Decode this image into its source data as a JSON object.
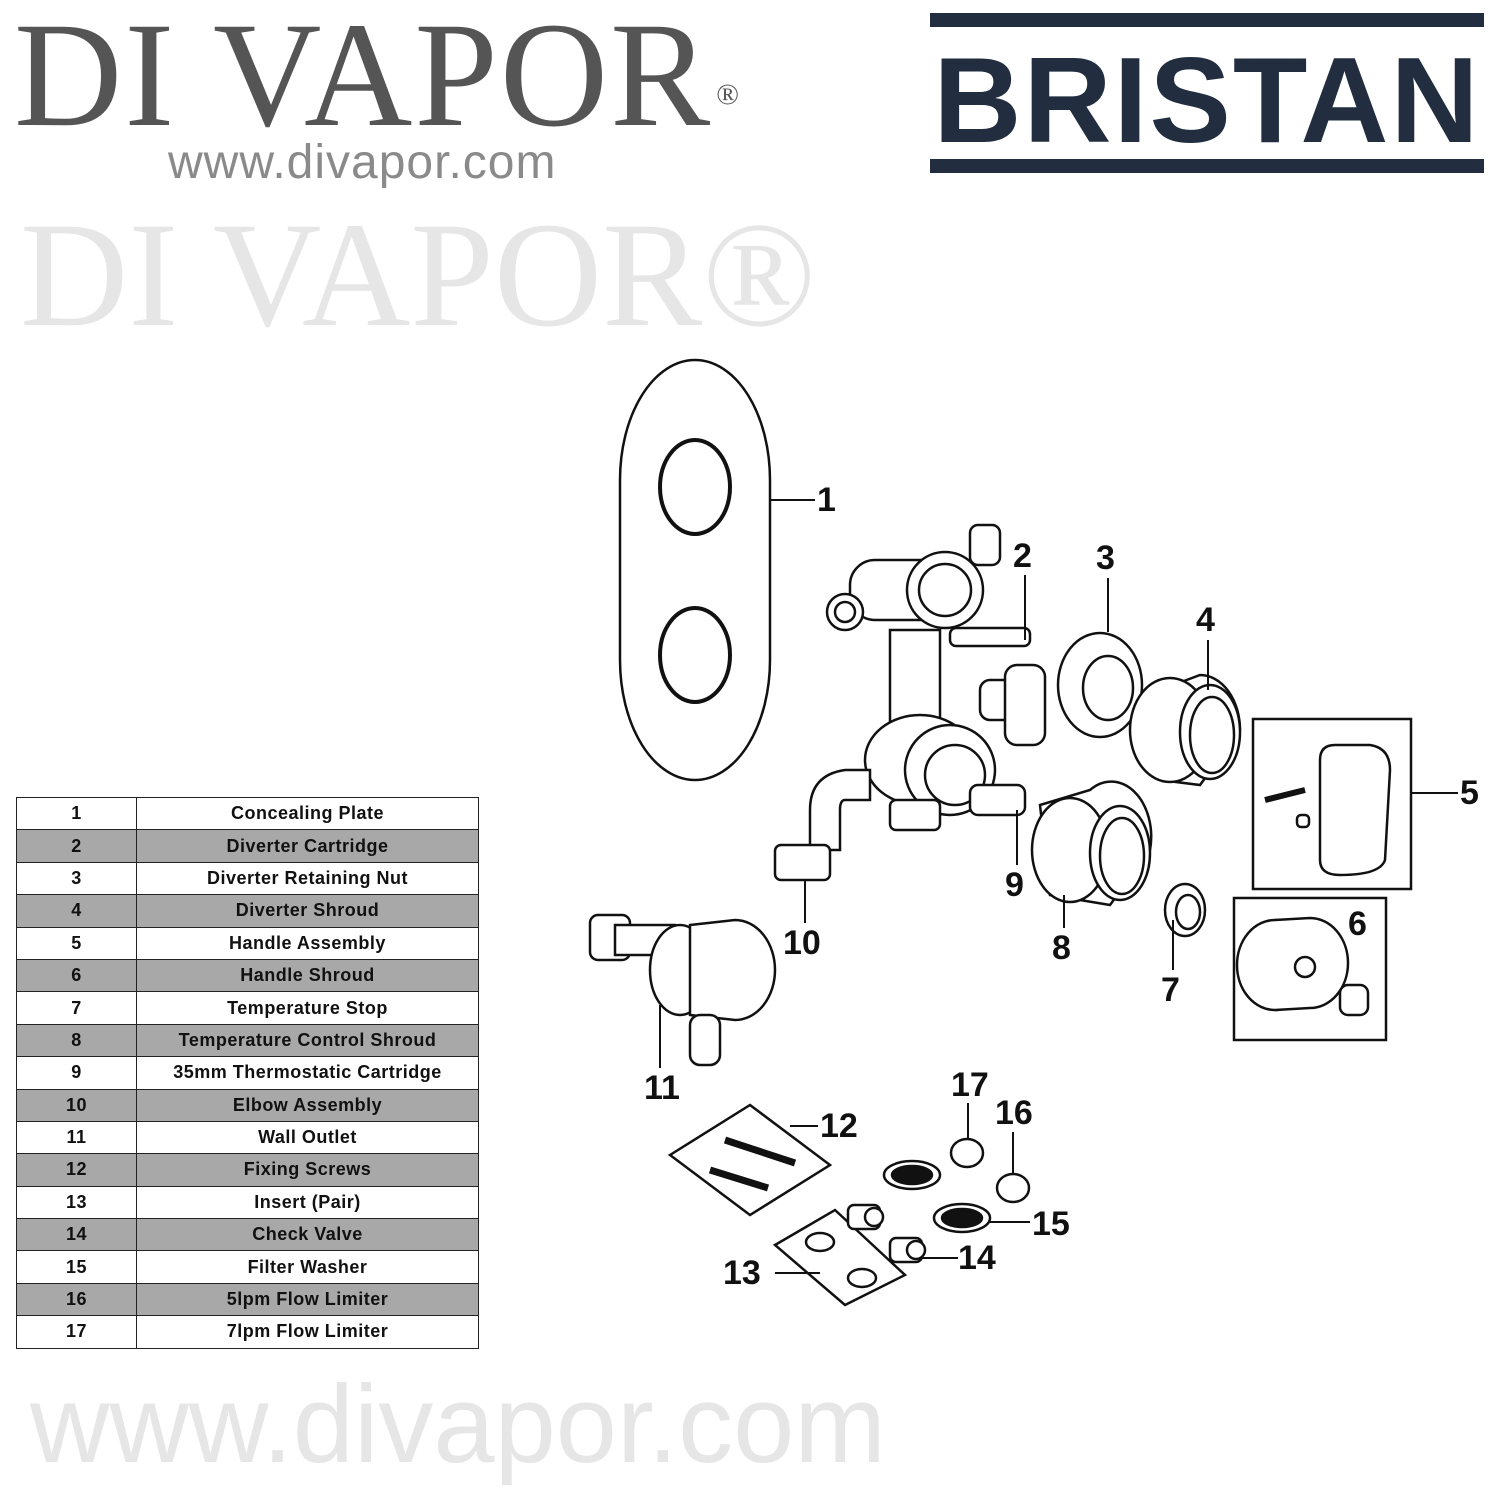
{
  "brand_left": {
    "name": "DI VAPOR",
    "reg": "®",
    "url": "www.divapor.com"
  },
  "brand_right": {
    "name": "BRISTAN",
    "color": "#222e40"
  },
  "watermark": {
    "name": "DI VAPOR®",
    "url": "www.divapor.com"
  },
  "callouts": [
    "1",
    "2",
    "3",
    "4",
    "5",
    "6",
    "7",
    "8",
    "9",
    "10",
    "11",
    "12",
    "13",
    "14",
    "15",
    "16",
    "17"
  ],
  "parts": [
    {
      "no": "1",
      "name": "Concealing Plate"
    },
    {
      "no": "2",
      "name": "Diverter Cartridge"
    },
    {
      "no": "3",
      "name": "Diverter Retaining Nut"
    },
    {
      "no": "4",
      "name": "Diverter Shroud"
    },
    {
      "no": "5",
      "name": "Handle Assembly"
    },
    {
      "no": "6",
      "name": "Handle Shroud"
    },
    {
      "no": "7",
      "name": "Temperature Stop"
    },
    {
      "no": "8",
      "name": "Temperature Control Shroud"
    },
    {
      "no": "9",
      "name": "35mm Thermostatic Cartridge"
    },
    {
      "no": "10",
      "name": "Elbow Assembly"
    },
    {
      "no": "11",
      "name": "Wall Outlet"
    },
    {
      "no": "12",
      "name": "Fixing Screws"
    },
    {
      "no": "13",
      "name": "Insert (Pair)"
    },
    {
      "no": "14",
      "name": "Check Valve"
    },
    {
      "no": "15",
      "name": "Filter Washer"
    },
    {
      "no": "16",
      "name": "5lpm Flow Limiter"
    },
    {
      "no": "17",
      "name": "7lpm Flow Limiter"
    }
  ]
}
